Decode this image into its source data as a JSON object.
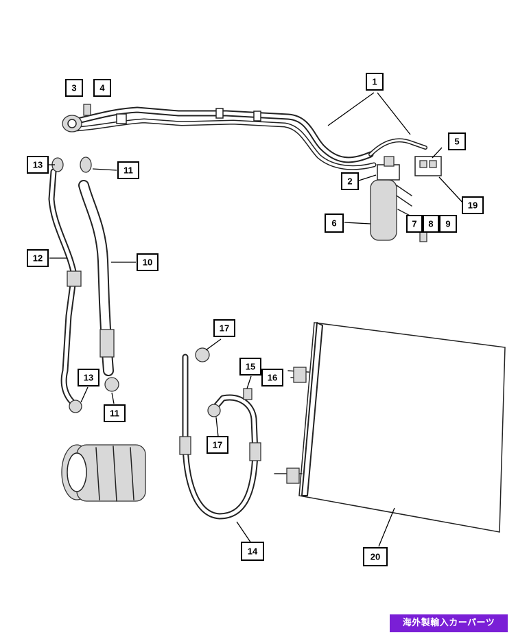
{
  "callouts": {
    "c1": "1",
    "c2": "2",
    "c3": "3",
    "c4": "4",
    "c5": "5",
    "c6": "6",
    "c7": "7",
    "c8": "8",
    "c9": "9",
    "c10": "10",
    "c11a": "11",
    "c11b": "11",
    "c12": "12",
    "c13a": "13",
    "c13b": "13",
    "c14": "14",
    "c15": "15",
    "c16": "16",
    "c17a": "17",
    "c17b": "17",
    "c19": "19",
    "c20": "20"
  },
  "watermark": {
    "text": "海外製輸入カーパーツ"
  },
  "colors": {
    "line": "#222222",
    "watermark_bg": "#7a1fd6",
    "watermark_text": "#ffffff"
  }
}
